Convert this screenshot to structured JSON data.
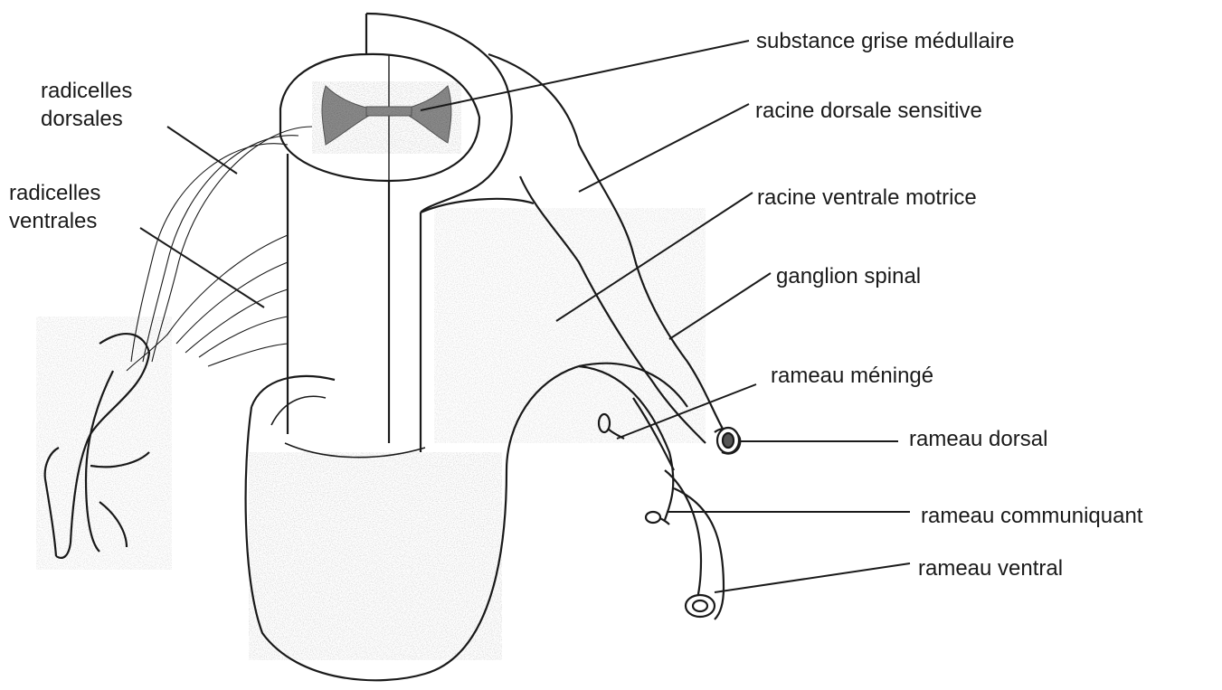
{
  "diagram": {
    "labels": {
      "substance_grise": "substance grise médullaire",
      "racine_dorsale": "racine dorsale sensitive",
      "racine_ventrale": "racine ventrale motrice",
      "ganglion": "ganglion spinal",
      "rameau_meninge": "rameau méningé",
      "rameau_dorsal": "rameau dorsal",
      "rameau_communiquant": "rameau communiquant",
      "rameau_ventral": "rameau ventral",
      "radicelles_dorsales": [
        "radicelles",
        "dorsales"
      ],
      "radicelles_ventrales": [
        "radicelles",
        "ventrales"
      ]
    },
    "colors": {
      "ink": "#1a1a1a",
      "grey_matter": "#8a8a8a",
      "background": "#ffffff"
    }
  }
}
